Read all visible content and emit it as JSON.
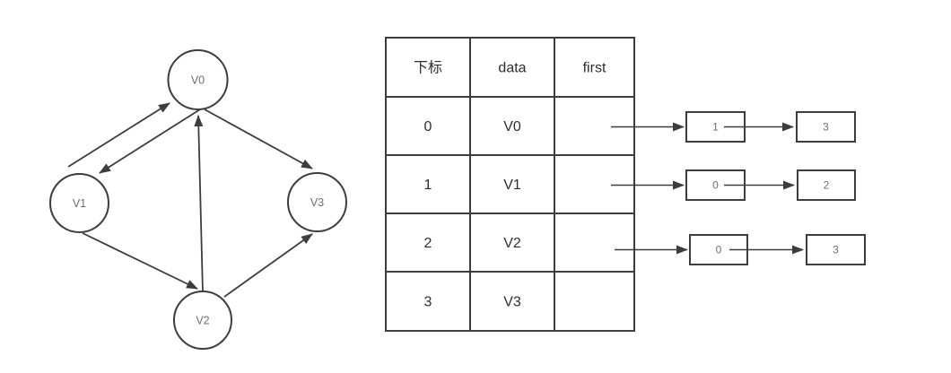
{
  "diagram_title": "graph-adjacency-list",
  "graph": {
    "nodes": [
      {
        "label": "V0"
      },
      {
        "label": "V1"
      },
      {
        "label": "V2"
      },
      {
        "label": "V3"
      }
    ],
    "edges": [
      {
        "from": "V1",
        "to": "V0"
      },
      {
        "from": "V0",
        "to": "V1"
      },
      {
        "from": "V2",
        "to": "V0"
      },
      {
        "from": "V0",
        "to": "V3"
      },
      {
        "from": "V1",
        "to": "V2"
      },
      {
        "from": "V2",
        "to": "V3"
      }
    ]
  },
  "table": {
    "headers": {
      "index": "下标",
      "data": "data",
      "first": "first"
    },
    "rows": [
      {
        "index": "0",
        "data": "V0",
        "first": ""
      },
      {
        "index": "1",
        "data": "V1",
        "first": ""
      },
      {
        "index": "2",
        "data": "V2",
        "first": ""
      },
      {
        "index": "3",
        "data": "V3",
        "first": ""
      }
    ]
  },
  "linked_lists": [
    {
      "source_index": "0",
      "nodes": [
        "1",
        "3"
      ]
    },
    {
      "source_index": "1",
      "nodes": [
        "0",
        "2"
      ]
    },
    {
      "source_index": "2",
      "nodes": [
        "0",
        "3"
      ]
    }
  ],
  "colors": {
    "line": "#3d3d3d",
    "table_text": "#2e2e2e",
    "muted_text": "#6e6e6e",
    "background": "#ffffff"
  }
}
